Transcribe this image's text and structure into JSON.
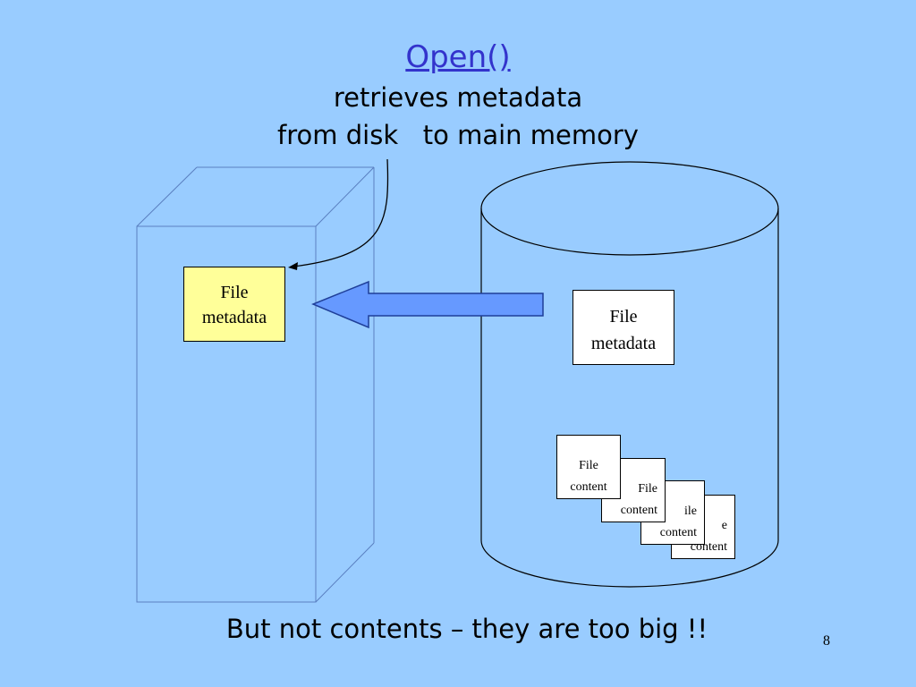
{
  "slide": {
    "title_link": "Open()",
    "subtitle_line1": "retrieves metadata",
    "subtitle_line2": "from disk   to main memory",
    "memory_metadata": {
      "line1": "File",
      "line2": "metadata"
    },
    "disk_metadata": {
      "line1": "File",
      "line2": "metadata"
    },
    "file_contents": [
      {
        "line1": "File",
        "line2": "content"
      },
      {
        "line1": "File",
        "line2": "content"
      },
      {
        "line1": "ile",
        "line2": "content"
      },
      {
        "line1": "e",
        "line2": "content"
      }
    ],
    "bottom_text": "But not contents – they are too big !!",
    "page_number": "8"
  },
  "colors": {
    "background": "#99ccff",
    "link": "#3333cc",
    "memory_box_fill": "#ffff99",
    "arrow_fill": "#6699ff"
  }
}
